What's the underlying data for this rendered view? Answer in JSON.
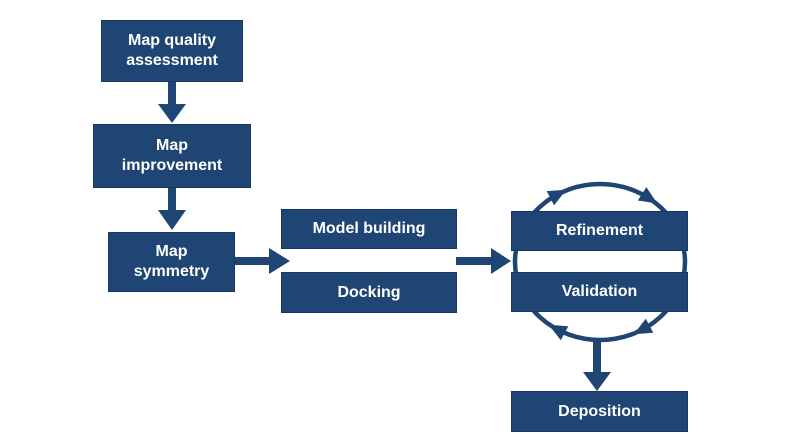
{
  "diagram": {
    "type": "flowchart",
    "colors": {
      "primary": "#1f4575",
      "text": "#ffffff",
      "background": "#ffffff"
    },
    "nodes": {
      "map_quality": {
        "line1": "Map quality",
        "line2": "assessment"
      },
      "map_improvement": {
        "line1": "Map",
        "line2": "improvement"
      },
      "map_symmetry": {
        "line1": "Map",
        "line2": "symmetry"
      },
      "model_building": {
        "label": "Model building"
      },
      "docking": {
        "label": "Docking"
      },
      "refinement": {
        "label": "Refinement"
      },
      "validation": {
        "label": "Validation"
      },
      "deposition": {
        "label": "Deposition"
      }
    },
    "edges": [
      {
        "from": "Map quality assessment",
        "to": "Map improvement",
        "style": "arrow-down"
      },
      {
        "from": "Map improvement",
        "to": "Map symmetry",
        "style": "arrow-down"
      },
      {
        "from": "Map symmetry",
        "to": "Model building / Docking",
        "style": "arrow-right"
      },
      {
        "from": "Model building / Docking",
        "to": "Refinement / Validation",
        "style": "arrow-right"
      },
      {
        "from": "Refinement",
        "to": "Validation",
        "style": "circular-cycle-clockwise"
      },
      {
        "from": "Refinement / Validation cycle",
        "to": "Deposition",
        "style": "arrow-down"
      }
    ]
  }
}
